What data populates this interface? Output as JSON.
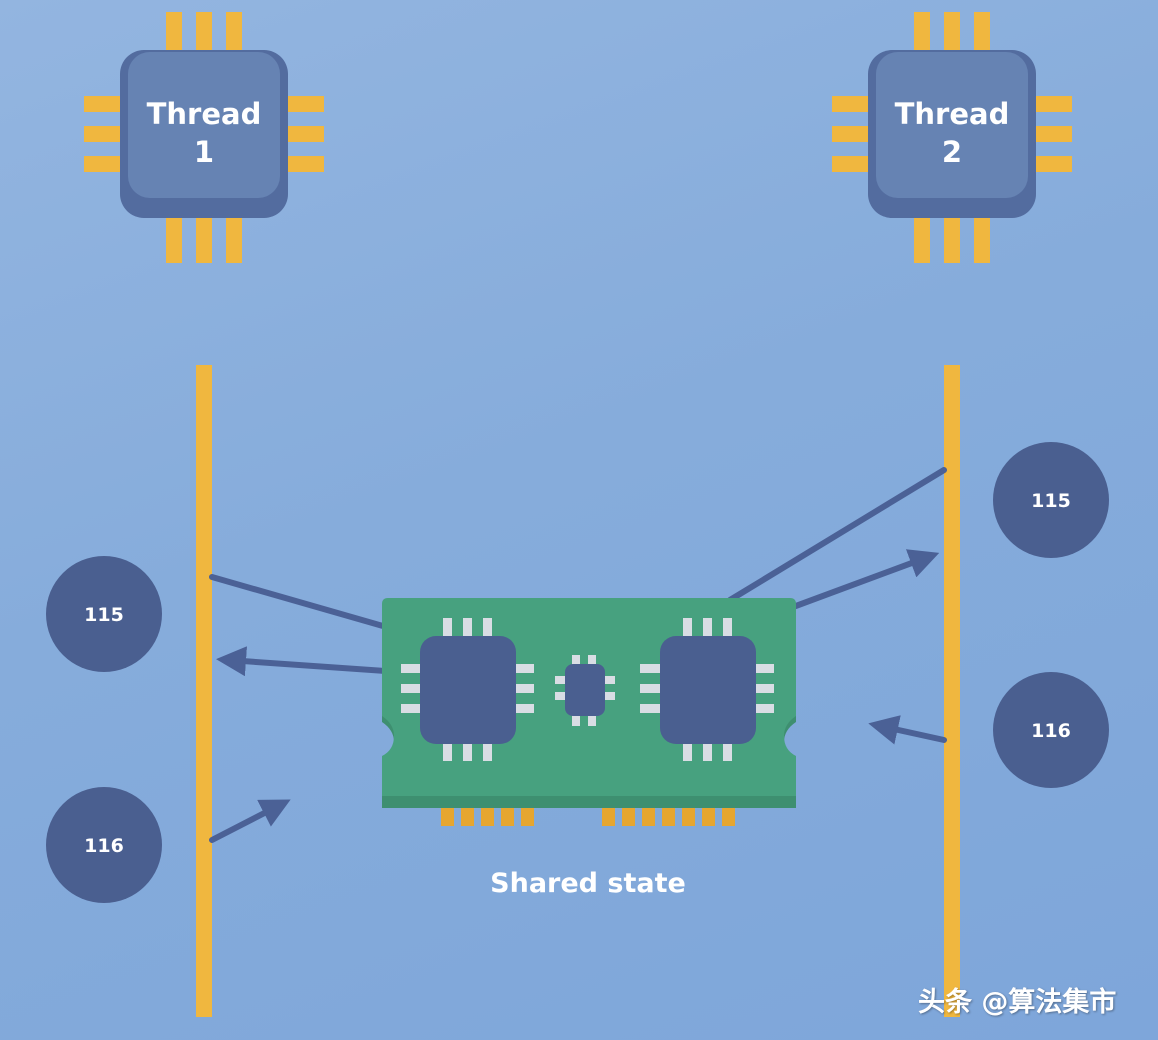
{
  "threads": [
    {
      "name": "Thread",
      "number": "1"
    },
    {
      "name": "Thread",
      "number": "2"
    }
  ],
  "values": {
    "thread1_read": "115",
    "thread1_write": "116",
    "thread2_read": "115",
    "thread2_write": "116"
  },
  "shared_state_label": "Shared state",
  "watermark": "头条 @算法集市",
  "colors": {
    "background": "#8bb0de",
    "chip_body": "#5b75a8",
    "chip_pins": "#f0b73f",
    "timeline": "#f0b73f",
    "value_circle": "#4a5f90",
    "arrows": "#4b6196",
    "board": "#47a17f"
  }
}
